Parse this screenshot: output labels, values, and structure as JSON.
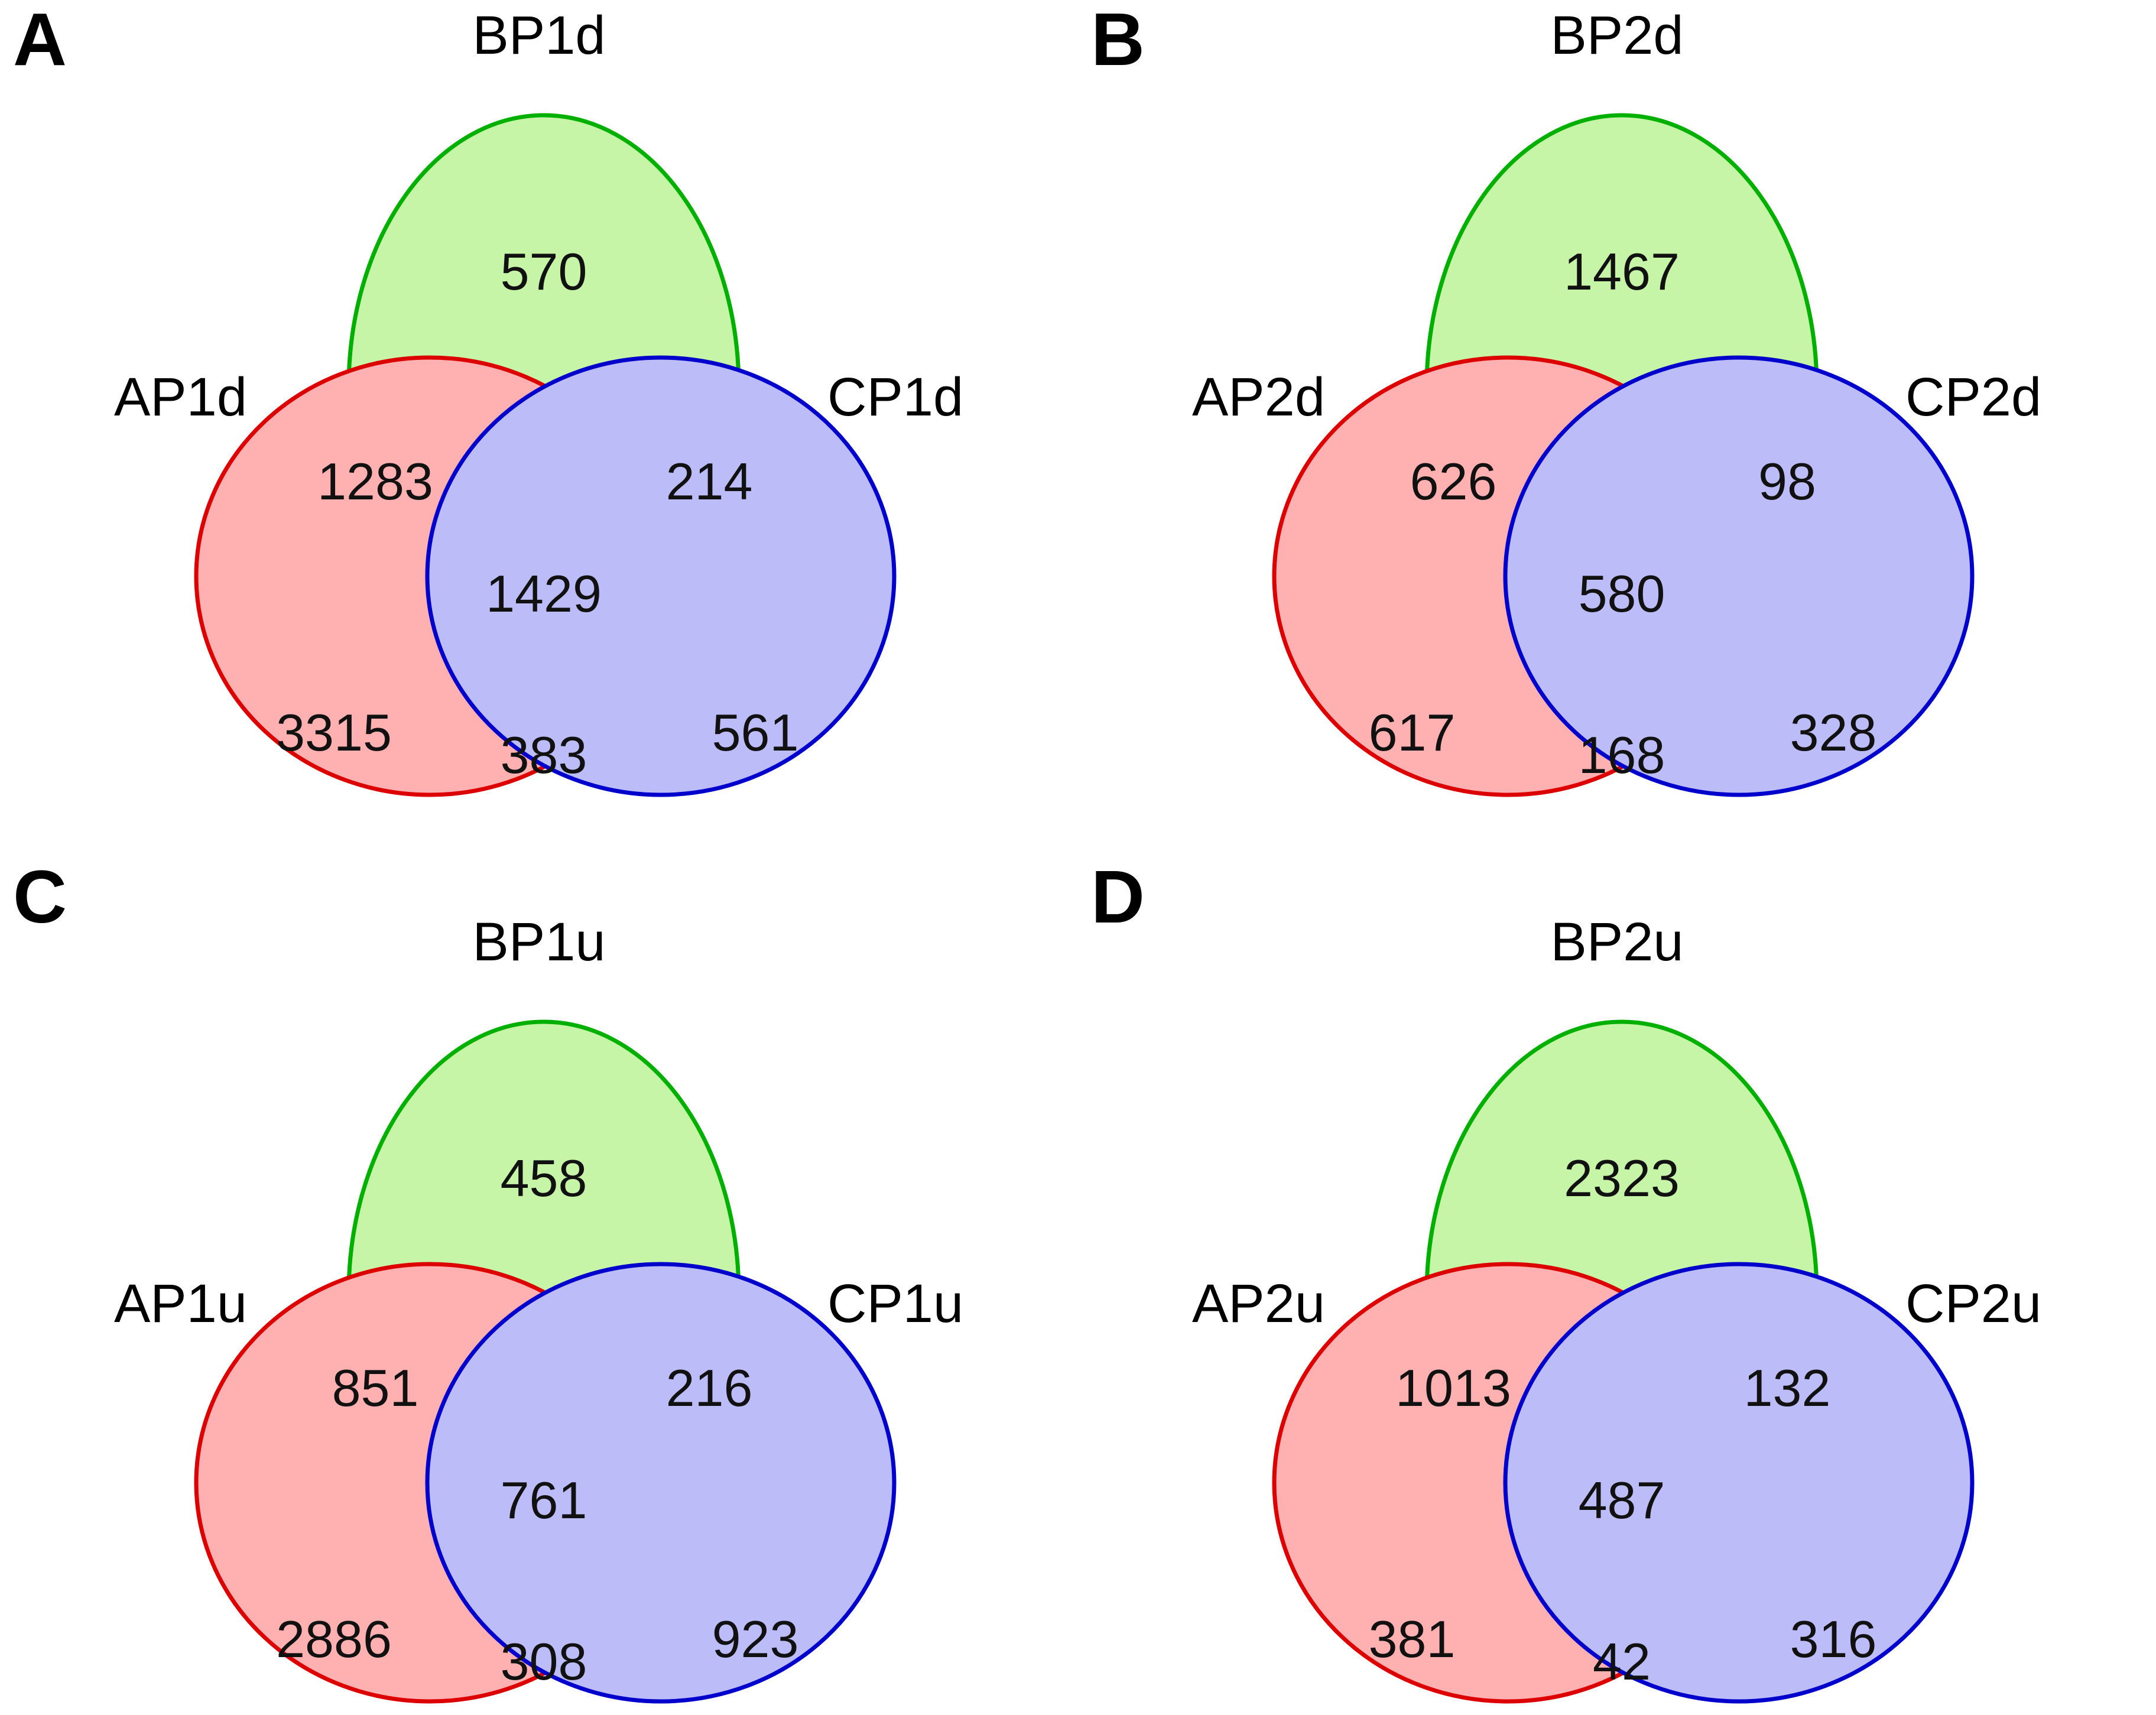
{
  "figure": {
    "background": "#ffffff",
    "panel_count": 4
  },
  "colors": {
    "set_a_stroke": "#dd0000",
    "set_a_fill": "#ffb0b0",
    "set_b_stroke": "#00b000",
    "set_b_fill": "#c6f5a8",
    "set_c_stroke": "#0000cc",
    "set_c_fill": "#bcbcf8",
    "text": "#000000"
  },
  "chart_data": {
    "type": "venn",
    "title": "",
    "panels": [
      {
        "letter": "A",
        "sets": {
          "left": "AP1d",
          "top": "BP1d",
          "right": "CP1d"
        },
        "regions": {
          "b_only": "570",
          "a_and_b": "1283",
          "b_and_c": "214",
          "a_and_b_and_c": "1429",
          "a_only": "3315",
          "a_and_c": "383",
          "c_only": "561"
        }
      },
      {
        "letter": "B",
        "sets": {
          "left": "AP2d",
          "top": "BP2d",
          "right": "CP2d"
        },
        "regions": {
          "b_only": "1467",
          "a_and_b": "626",
          "b_and_c": "98",
          "a_and_b_and_c": "580",
          "a_only": "617",
          "a_and_c": "168",
          "c_only": "328"
        }
      },
      {
        "letter": "C",
        "sets": {
          "left": "AP1u",
          "top": "BP1u",
          "right": "CP1u"
        },
        "regions": {
          "b_only": "458",
          "a_and_b": "851",
          "b_and_c": "216",
          "a_and_b_and_c": "761",
          "a_only": "2886",
          "a_and_c": "308",
          "c_only": "923"
        }
      },
      {
        "letter": "D",
        "sets": {
          "left": "AP2u",
          "top": "BP2u",
          "right": "CP2u"
        },
        "regions": {
          "b_only": "2323",
          "a_and_b": "1013",
          "b_and_c": "132",
          "a_and_b_and_c": "487",
          "a_only": "381",
          "a_and_c": "42",
          "c_only": "316"
        }
      }
    ]
  }
}
